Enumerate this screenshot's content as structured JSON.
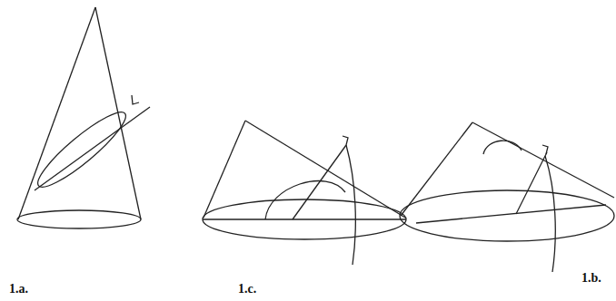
{
  "diagram": {
    "labels": [
      "1.a.",
      "1.c.",
      "1.b."
    ]
  }
}
